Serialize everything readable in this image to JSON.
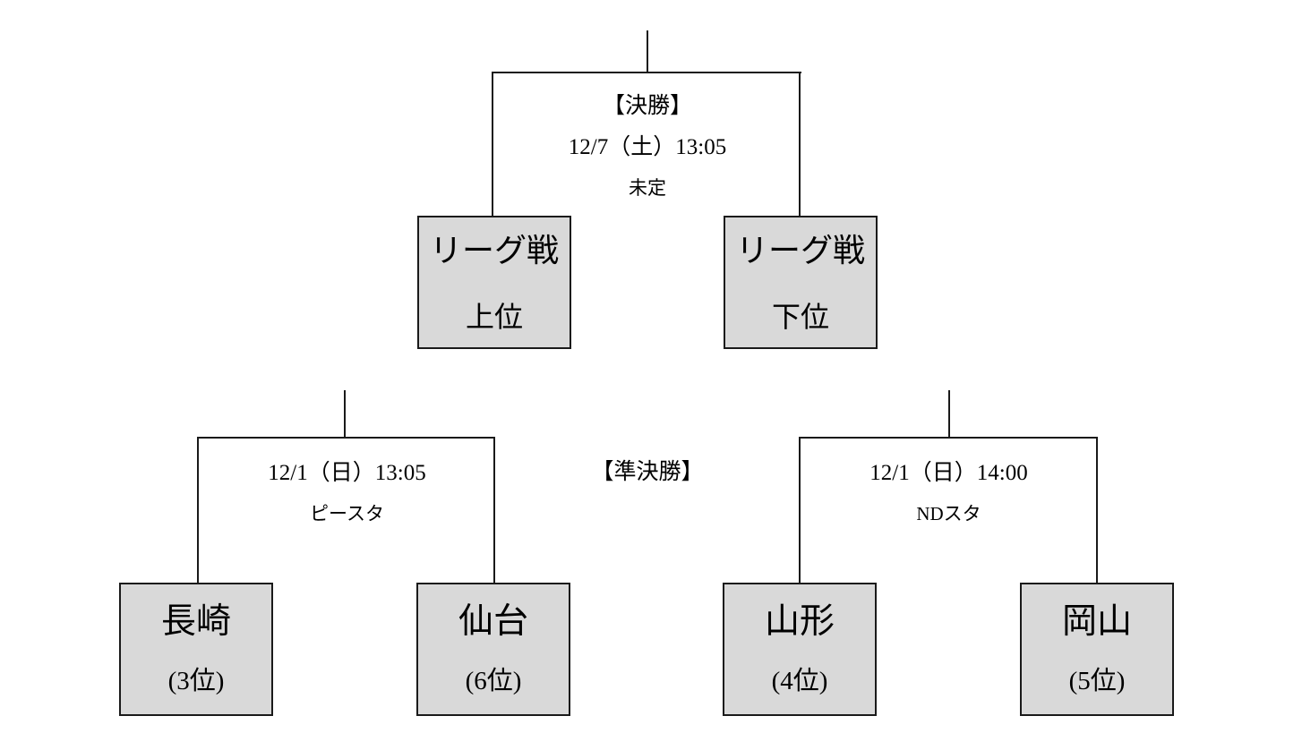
{
  "final": {
    "label": "【決勝】",
    "datetime": "12/7（土）13:05",
    "venue": "未定",
    "home": {
      "name": "リーグ戦",
      "rank": "上位"
    },
    "away": {
      "name": "リーグ戦",
      "rank": "下位"
    }
  },
  "semifinal_label": "【準決勝】",
  "semifinals": [
    {
      "datetime": "12/1（日）13:05",
      "venue": "ピースタ",
      "home": {
        "name": "長崎",
        "rank": "(3位)"
      },
      "away": {
        "name": "仙台",
        "rank": "(6位)"
      }
    },
    {
      "datetime": "12/1（日）14:00",
      "venue": "NDスタ",
      "home": {
        "name": "山形",
        "rank": "(4位)"
      },
      "away": {
        "name": "岡山",
        "rank": "(5位)"
      }
    }
  ],
  "colors": {
    "box_fill": "#d9d9d9",
    "box_border": "#1a1a1a",
    "connector": "#1a1a1a",
    "background": "#ffffff",
    "text": "#000000"
  }
}
